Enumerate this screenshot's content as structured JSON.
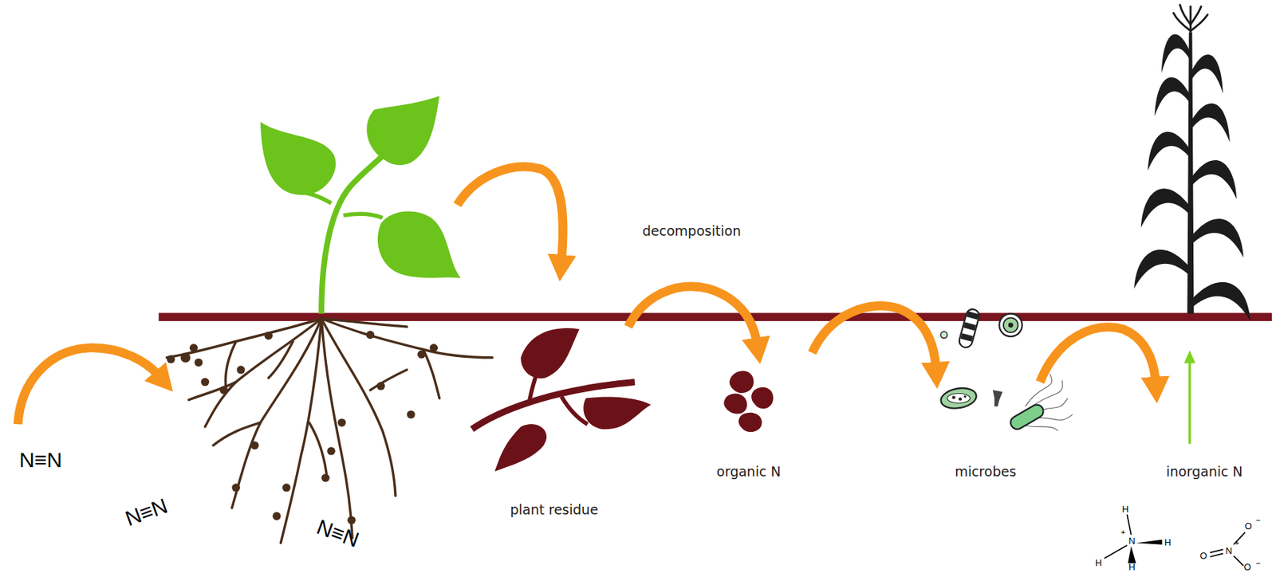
{
  "diagram": {
    "labels": [
      "N≡N",
      "N≡N",
      "N≡N",
      "decomposition",
      "plant residue",
      "organic N",
      "microbes",
      "inorganic N",
      "H",
      "H",
      "H",
      "H",
      "N",
      "+",
      "O",
      "O",
      "O",
      "N",
      "+",
      "−",
      "−"
    ]
  }
}
